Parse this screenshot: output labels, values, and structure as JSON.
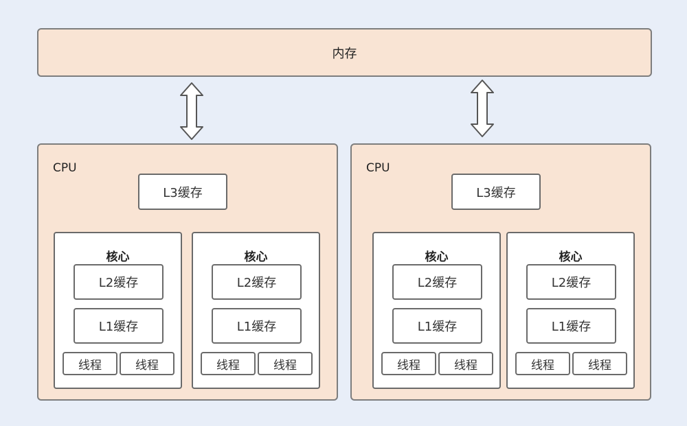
{
  "memory": {
    "label": "内存"
  },
  "cpus": [
    {
      "label": "CPU",
      "l3": "L3缓存",
      "cores": [
        {
          "title": "核心",
          "l2": "L2缓存",
          "l1": "L1缓存",
          "threads": [
            "线程",
            "线程"
          ]
        },
        {
          "title": "核心",
          "l2": "L2缓存",
          "l1": "L1缓存",
          "threads": [
            "线程",
            "线程"
          ]
        }
      ]
    },
    {
      "label": "CPU",
      "l3": "L3缓存",
      "cores": [
        {
          "title": "核心",
          "l2": "L2缓存",
          "l1": "L1缓存",
          "threads": [
            "线程",
            "线程"
          ]
        },
        {
          "title": "核心",
          "l2": "L2缓存",
          "l1": "L1缓存",
          "threads": [
            "线程",
            "线程"
          ]
        }
      ]
    }
  ],
  "colors": {
    "background": "#e8eef8",
    "panel_fill": "#f9e4d4",
    "box_fill": "#ffffff",
    "border": "#6a6a6a"
  }
}
